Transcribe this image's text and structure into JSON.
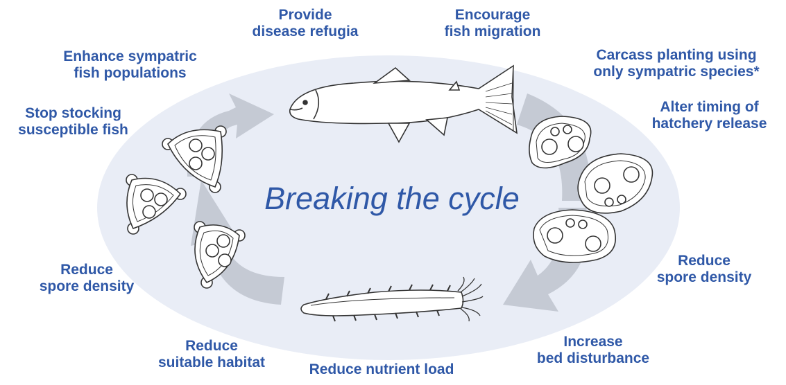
{
  "title": "Breaking the cycle",
  "colors": {
    "text": "#2f58a7",
    "ellipse_fill": "#e9edf6",
    "arrow_fill": "#bfc4ce",
    "line": "#333333"
  },
  "labels": {
    "provide_disease_refugia": [
      "Provide",
      "disease refugia"
    ],
    "encourage_fish_migration": [
      "Encourage",
      "fish migration"
    ],
    "enhance_sympatric": [
      "Enhance sympatric",
      "fish populations"
    ],
    "carcass_planting": [
      "Carcass planting using",
      "only sympatric species*"
    ],
    "stop_stocking": [
      "Stop stocking",
      "susceptible fish"
    ],
    "alter_timing": [
      "Alter timing of",
      "hatchery release"
    ],
    "reduce_spore_density_left": [
      "Reduce",
      "spore density"
    ],
    "reduce_spore_density_right": [
      "Reduce",
      "spore density"
    ],
    "reduce_suitable_habitat": [
      "Reduce",
      "suitable habitat"
    ],
    "increase_bed_disturbance": [
      "Increase",
      "bed disturbance"
    ],
    "reduce_nutrient_load": [
      "Reduce nutrient load"
    ]
  },
  "icons": {
    "fish": "salmon-fish-icon",
    "worm": "oligochaete-worm-icon",
    "triactinomyxon_spores": "triactinomyxon-spore-icon",
    "myxospores": "myxospore-icon"
  }
}
